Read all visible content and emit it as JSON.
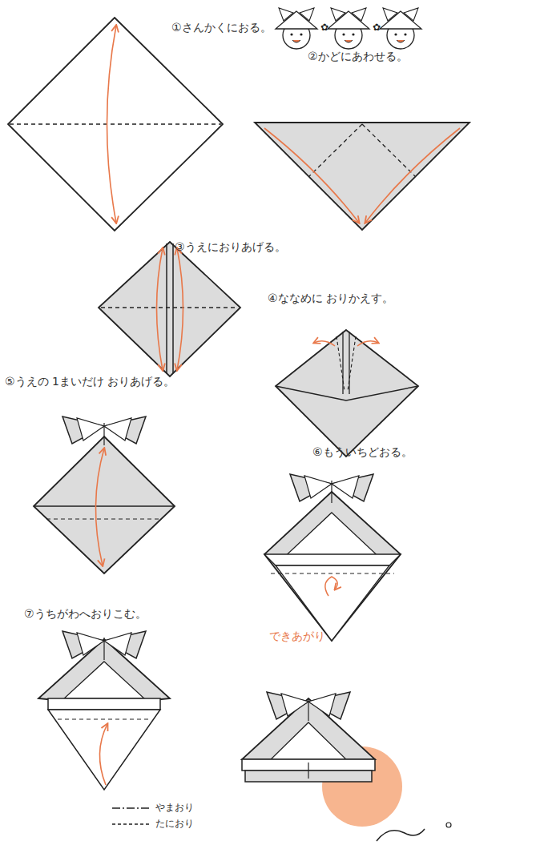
{
  "diagram": {
    "labels": [
      "①さんかくにおる。",
      "②かどにあわせる。",
      "③うえにおりあげる。",
      "④ななめに おりかえす。",
      "⑤うえの 1まいだけ おりあげる。",
      "⑥もういちどおる。",
      "⑦うちがわへおりこむ。",
      "できあがり"
    ],
    "legend": [
      {
        "text": "やまおり"
      },
      {
        "text": "たにおり"
      }
    ]
  }
}
